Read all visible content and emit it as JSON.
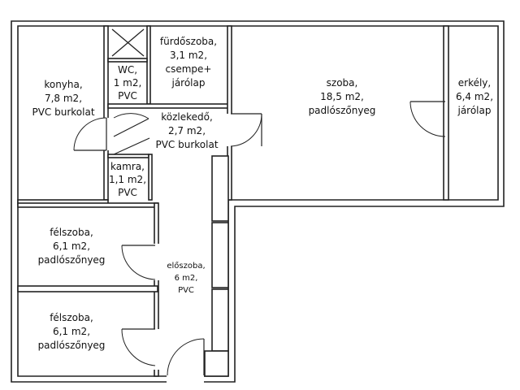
{
  "rooms": {
    "konyha": {
      "lines": [
        "konyha,",
        "7,8 m2,",
        "PVC burkolat"
      ]
    },
    "wc": {
      "lines": [
        "WC,",
        "1 m2,",
        "PVC"
      ]
    },
    "furdo": {
      "lines": [
        "fürdőszoba,",
        "3,1 m2,",
        "csempe+",
        "járólap"
      ]
    },
    "szoba": {
      "lines": [
        "szoba,",
        "18,5 m2,",
        "padlószőnyeg"
      ]
    },
    "erkely": {
      "lines": [
        "erkély,",
        "6,4 m2,",
        "járólap"
      ]
    },
    "kozlekedo": {
      "lines": [
        "közlekedő,",
        "2,7 m2,",
        "PVC burkolat"
      ]
    },
    "kamra": {
      "lines": [
        "kamra,",
        "1,1 m2,",
        "PVC"
      ]
    },
    "felszoba1": {
      "lines": [
        "félszoba,",
        "6,1 m2,",
        "padlószőnyeg"
      ]
    },
    "felszoba2": {
      "lines": [
        "félszoba,",
        "6,1 m2,",
        "padlószőnyeg"
      ]
    },
    "eloszoba": {
      "lines": [
        "előszoba,",
        "6 m2,",
        "PVC"
      ]
    }
  }
}
